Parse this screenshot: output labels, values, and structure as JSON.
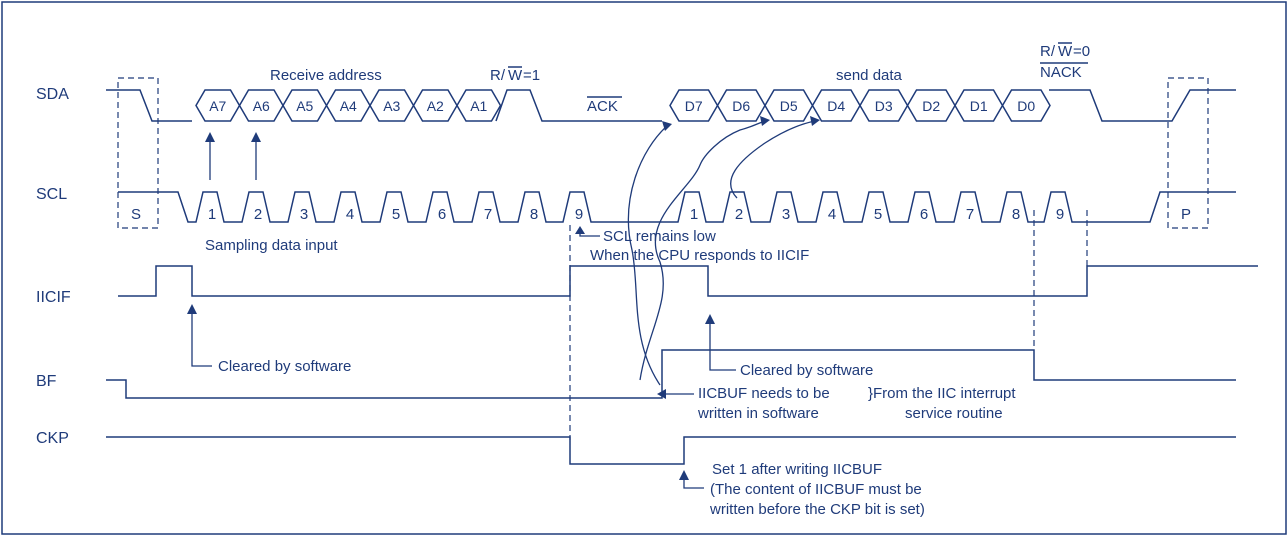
{
  "signals": {
    "sda": "SDA",
    "scl": "SCL",
    "iicif": "IICIF",
    "bf": "BF",
    "ckp": "CKP"
  },
  "labels": {
    "receive_address": "Receive address",
    "rw1_prefix": "R/",
    "rw1_bar": "W",
    "rw1_suffix": "=1",
    "ack": "ACK",
    "send_data": "send data",
    "rw0_prefix": "R/",
    "rw0_bar": "W",
    "rw0_suffix": "=0",
    "nack": "NACK",
    "sampling": "Sampling data input",
    "scl_low": "SCL remains low",
    "cpu_responds": "When the CPU responds to IICIF",
    "cleared_1": "Cleared by software",
    "cleared_2": "Cleared by software",
    "iicbuf_1": "IICBUF needs to be",
    "iicbuf_2": "written in software",
    "from_isr_1": "}From the IIC  interrupt",
    "from_isr_2": "service routine",
    "set1_1": "Set 1 after writing IICBUF",
    "set1_2": "(The content of IICBUF must be",
    "set1_3": "written before the CKP bit is set)"
  },
  "start_label": "S",
  "stop_label": "P",
  "address_bits": [
    "A7",
    "A6",
    "A5",
    "A4",
    "A3",
    "A2",
    "A1"
  ],
  "data_bits": [
    "D7",
    "D6",
    "D5",
    "D4",
    "D3",
    "D2",
    "D1",
    "D0"
  ],
  "clock_pulses_1": [
    "1",
    "2",
    "3",
    "4",
    "5",
    "6",
    "7",
    "8",
    "9"
  ],
  "clock_pulses_2": [
    "1",
    "2",
    "3",
    "4",
    "5",
    "6",
    "7",
    "8",
    "9"
  ]
}
